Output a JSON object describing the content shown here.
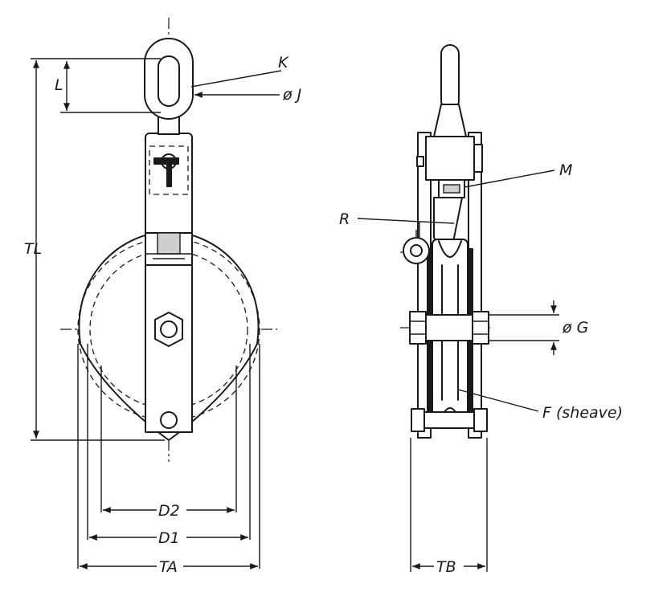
{
  "labels": {
    "K": "K",
    "J": "ø J",
    "L": "L",
    "TL": "TL",
    "M": "M",
    "R": "R",
    "G": "ø G",
    "F": "F (sheave)",
    "D2": "D2",
    "D1": "D1",
    "TA": "TA",
    "TB": "TB"
  }
}
